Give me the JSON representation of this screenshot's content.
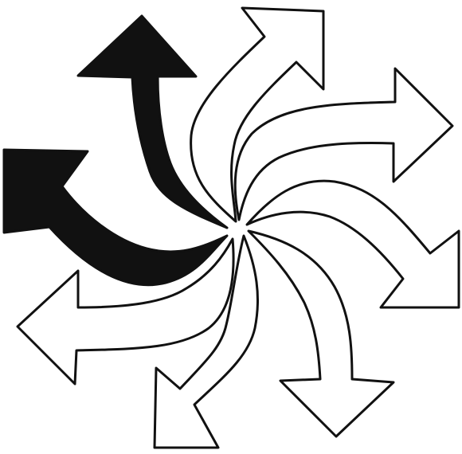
{
  "diagram": {
    "kind": "radial-curved-arrows",
    "arrow_count": 8,
    "filled_arrow_count": 2,
    "outline_arrow_count": 6,
    "colors": {
      "background": "#ffffff",
      "stroke": "#111111",
      "filled": "#111111",
      "outline_fill": "#ffffff"
    },
    "arrows": [
      {
        "id": "up-filled",
        "points_toward": "up",
        "style": "filled"
      },
      {
        "id": "left-filled",
        "points_toward": "upper-left",
        "style": "filled"
      },
      {
        "id": "up-right-outline",
        "points_toward": "upper-right",
        "style": "outline"
      },
      {
        "id": "right-outline",
        "points_toward": "right",
        "style": "outline"
      },
      {
        "id": "lower-right-outline",
        "points_toward": "lower-right",
        "style": "outline"
      },
      {
        "id": "down-outline",
        "points_toward": "down",
        "style": "outline"
      },
      {
        "id": "lower-left-outline",
        "points_toward": "lower-left",
        "style": "outline"
      },
      {
        "id": "left-outline",
        "points_toward": "left",
        "style": "outline"
      }
    ]
  }
}
